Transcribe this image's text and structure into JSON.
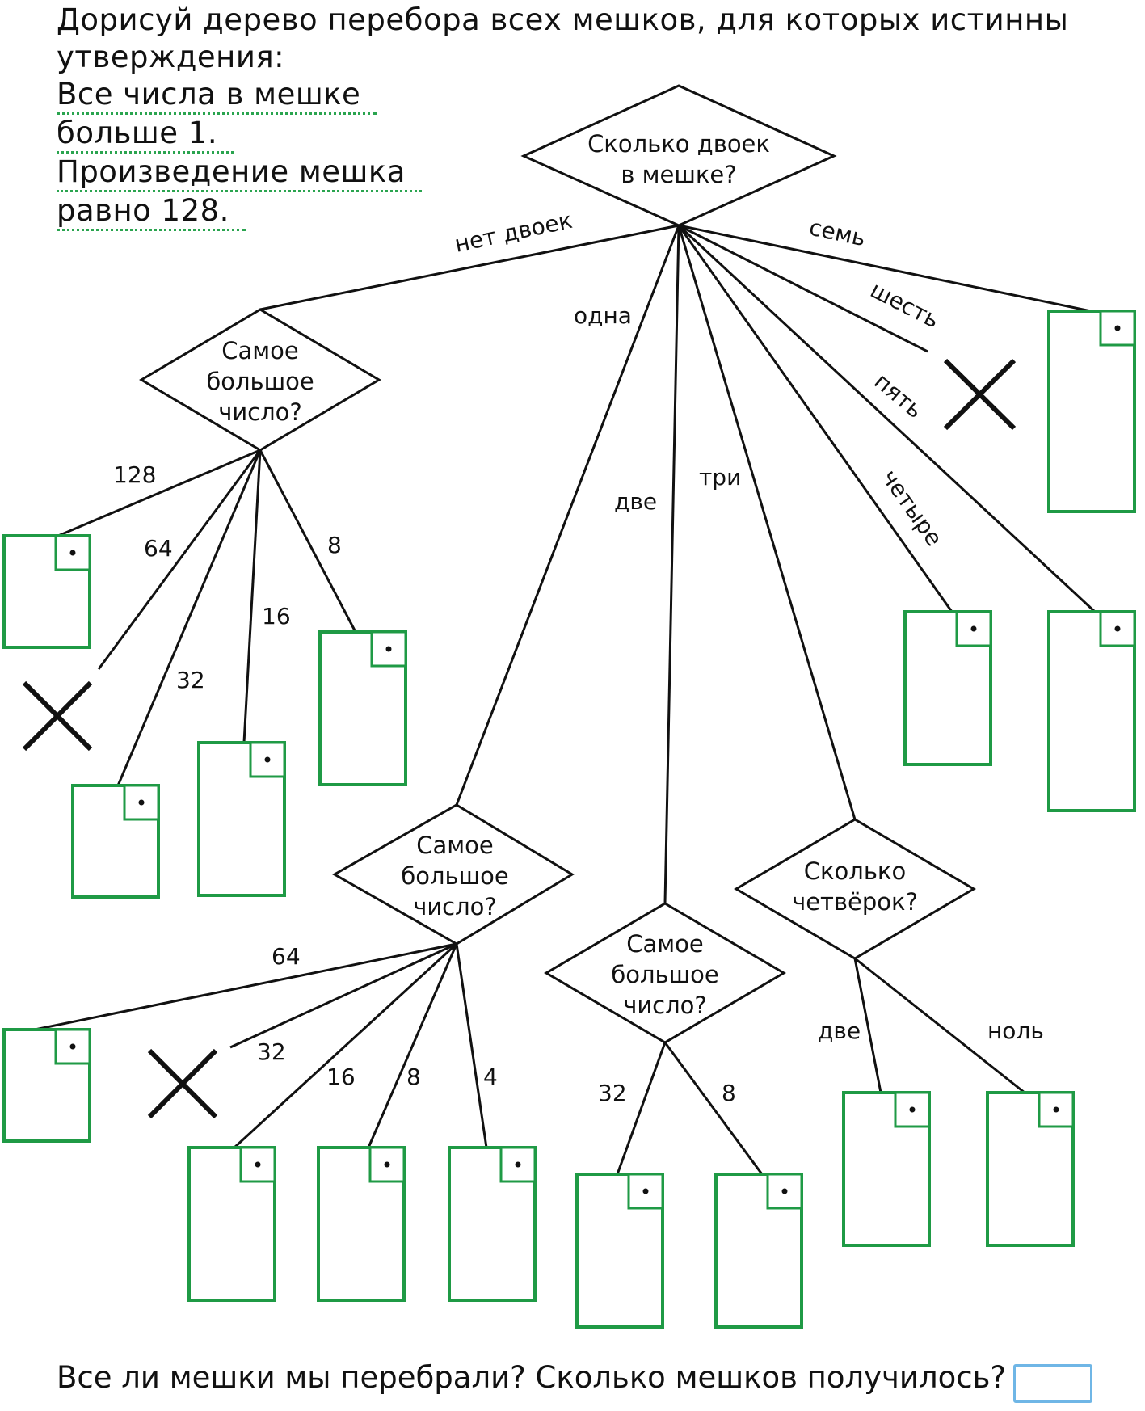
{
  "task": {
    "line1": "Дорисуй дерево перебора всех мешков, для которых истинны",
    "line2": "утверждения:",
    "conditions": [
      "Все числа в мешке",
      "больше 1.",
      "Произведение мешка",
      "равно 128."
    ]
  },
  "tree": {
    "root": [
      "Сколько двоек",
      "в мешке?"
    ],
    "largest_q": [
      "Самое",
      "большое",
      "число?"
    ],
    "fours_q": [
      "Сколько",
      "четвёрок?"
    ],
    "labels": {
      "no_twos": "нет двоек",
      "one": "одна",
      "two": "две",
      "three": "три",
      "four": "четыре",
      "five": "пять",
      "six": "шесть",
      "seven": "семь",
      "a128": "128",
      "a64": "64",
      "a32": "32",
      "a16": "16",
      "a8": "8",
      "b64": "64",
      "b32": "32",
      "b16": "16",
      "b8": "8",
      "b4": "4",
      "c32": "32",
      "c8": "8",
      "d_two": "две",
      "d_zero": "ноль"
    }
  },
  "footer": {
    "question": "Все ли мешки мы перебрали? Сколько мешков получилось?",
    "answer": ""
  },
  "colors": {
    "bag_border": "#1f9a45",
    "condition_underline": "#2aa44f",
    "answer_box": "#6fb6e6"
  }
}
